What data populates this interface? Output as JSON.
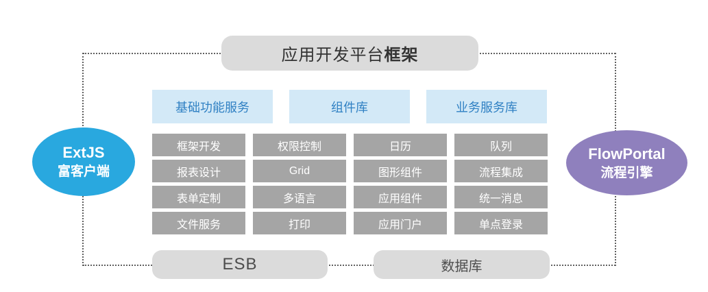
{
  "top_box": {
    "text_regular": "应用开发平台",
    "text_bold": "框架"
  },
  "left_ellipse": {
    "line1": "ExtJS",
    "line2": "富客户端"
  },
  "right_ellipse": {
    "line1": "FlowPortal",
    "line2": "流程引擎"
  },
  "headers": [
    "基础功能服务",
    "组件库",
    "业务服务库"
  ],
  "grid": {
    "cells": [
      "框架开发",
      "权限控制",
      "日历",
      "队列",
      "报表设计",
      "Grid",
      "图形组件",
      "流程集成",
      "表单定制",
      "多语言",
      "应用组件",
      "统一消息",
      "文件服务",
      "打印",
      "应用门户",
      "单点登录"
    ]
  },
  "bottom": {
    "esb": "ESB",
    "database": "数据库"
  },
  "colors": {
    "title_box_bg": "#dbdbdb",
    "header_bg": "#d3e9f7",
    "header_text": "#2f80c3",
    "cell_bg": "#a5a5a5",
    "cell_text": "#ffffff",
    "client_ellipse": "#29a8df",
    "engine_ellipse": "#8f80bd",
    "dotted_line": "#5f5f5f"
  }
}
